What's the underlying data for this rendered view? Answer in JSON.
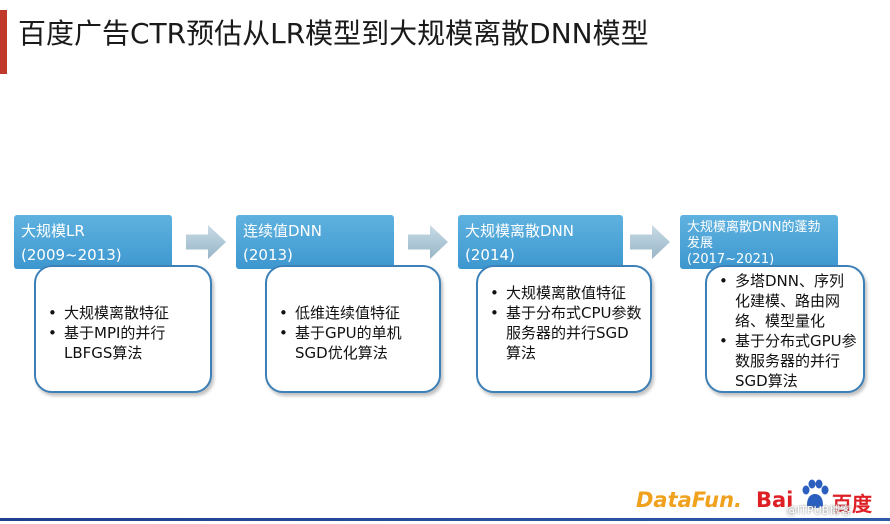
{
  "title": "百度广告CTR预估从LR模型到大规模离散DNN模型",
  "stages": [
    {
      "label": "大规模LR",
      "years": "(2009~2013)",
      "bullets": [
        "大规模离散特征",
        "基于MPI的并行LBFGS算法"
      ]
    },
    {
      "label": "连续值DNN",
      "years": "(2013)",
      "bullets": [
        "低维连续值特征",
        "基于GPU的单机SGD优化算法"
      ]
    },
    {
      "label": "大规模离散DNN",
      "years": "(2014)",
      "bullets": [
        "大规模离散值特征",
        "基于分布式CPU参数服务器的并行SGD算法"
      ]
    },
    {
      "label": "大规模离散DNN的蓬勃发展",
      "years": "(2017~2021)",
      "bullets": [
        "多塔DNN、序列化建模、路由网络、模型量化",
        "基于分布式GPU参数服务器的并行SGD算法"
      ]
    }
  ],
  "logos": {
    "datafun": "DataFun.",
    "baidu_en": "Bai",
    "baidu_cn": "百度"
  },
  "watermark": "@ITPUB博客",
  "colors": {
    "accent_red": "#c0392b",
    "stage_blue": "#3d97cf",
    "card_border": "#3d80b8",
    "arrow": "#a9c4d4"
  }
}
